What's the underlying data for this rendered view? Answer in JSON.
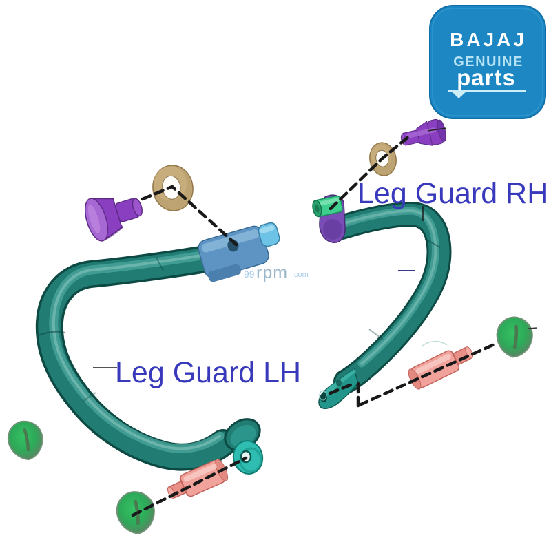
{
  "image": {
    "type": "exploded-parts-diagram",
    "background_color": "#ffffff"
  },
  "labels": {
    "lh": "Leg Guard LH",
    "rh": "Leg Guard RH",
    "label_color": "#3939bb"
  },
  "logo": {
    "brand": "BAJAJ",
    "line2": "GENUINE",
    "line3": "parts",
    "badge_color": "#1d87c3",
    "brand_text_color": "#ffffff",
    "accent_text_color": "#b5e2f5"
  },
  "watermark": {
    "prefix": "99",
    "mid": "rpm",
    "suffix": ".com"
  },
  "part_colors": {
    "tube_teal": "#217c73",
    "tube_highlight": "#4aa49b",
    "bracket_blue": "#5d94c4",
    "bracket_cylinder_blue": "#6cc3e6",
    "bolt_purple": "#8a3fc0",
    "washer_tan": "#bda272",
    "spacer_pink": "#f0a29b",
    "end_cap_green": "#27a854",
    "flange_teal": "#2fbdb2",
    "bushing_green": "#3ecf8e",
    "bracket_purple": "#7a4cb5",
    "dash_line": "#191919"
  }
}
